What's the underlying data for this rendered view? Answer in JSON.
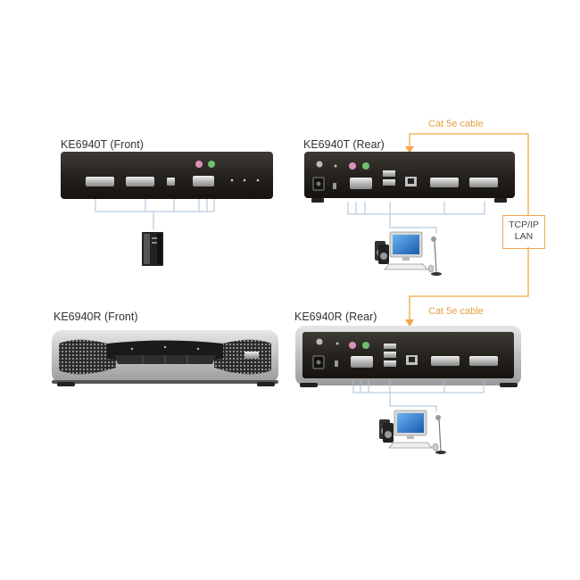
{
  "labels": {
    "tx_front": "KE6940T (Front)",
    "tx_rear": "KE6940T (Rear)",
    "rx_front": "KE6940R (Front)",
    "rx_rear": "KE6940R (Rear)"
  },
  "cables": {
    "top": "Cat 5e cable",
    "bottom": "Cat 5e cable"
  },
  "network": {
    "line1": "TCP/IP",
    "line2": "LAN"
  },
  "colors": {
    "cable": "#f0a848",
    "device_body": "#2a2826",
    "port_silver": "#c8c8c8",
    "mic_pink": "#e090b8",
    "audio_green": "#70c070",
    "connector_line": "#a8c0d8"
  }
}
